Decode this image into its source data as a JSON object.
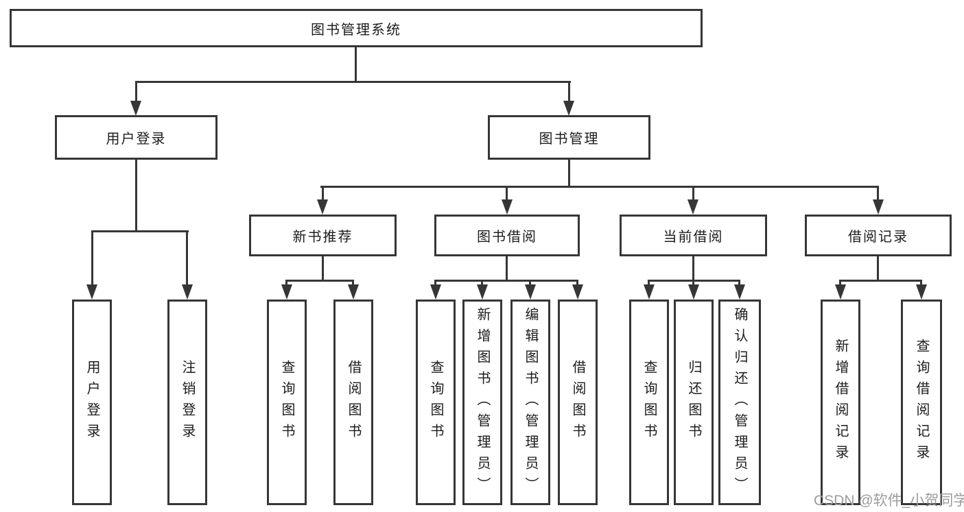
{
  "colors": {
    "background": "#ffffff",
    "line": "#363636",
    "box_border": "#363636",
    "text": "#1c1c1c",
    "watermark": "#9c9c9c"
  },
  "watermark": {
    "text": "CSDN @软件_小贺同学"
  },
  "tree": {
    "label": "图书管理系统",
    "children": [
      {
        "label": "用户登录",
        "children": [
          {
            "label": "用户登录"
          },
          {
            "label": "注销登录"
          }
        ]
      },
      {
        "label": "图书管理",
        "children": [
          {
            "label": "新书推荐",
            "children": [
              {
                "label": "查询图书"
              },
              {
                "label": "借阅图书"
              }
            ]
          },
          {
            "label": "图书借阅",
            "children": [
              {
                "label": "查询图书"
              },
              {
                "label": "新增图书（管理员）"
              },
              {
                "label": "编辑图书（管理员）"
              },
              {
                "label": "借阅图书"
              }
            ]
          },
          {
            "label": "当前借阅",
            "children": [
              {
                "label": "查询图书"
              },
              {
                "label": "归还图书"
              },
              {
                "label": "确认归还（管理员）"
              }
            ]
          },
          {
            "label": "借阅记录",
            "children": [
              {
                "label": "新增借阅记录"
              },
              {
                "label": "查询借阅记录"
              }
            ]
          }
        ]
      }
    ]
  }
}
